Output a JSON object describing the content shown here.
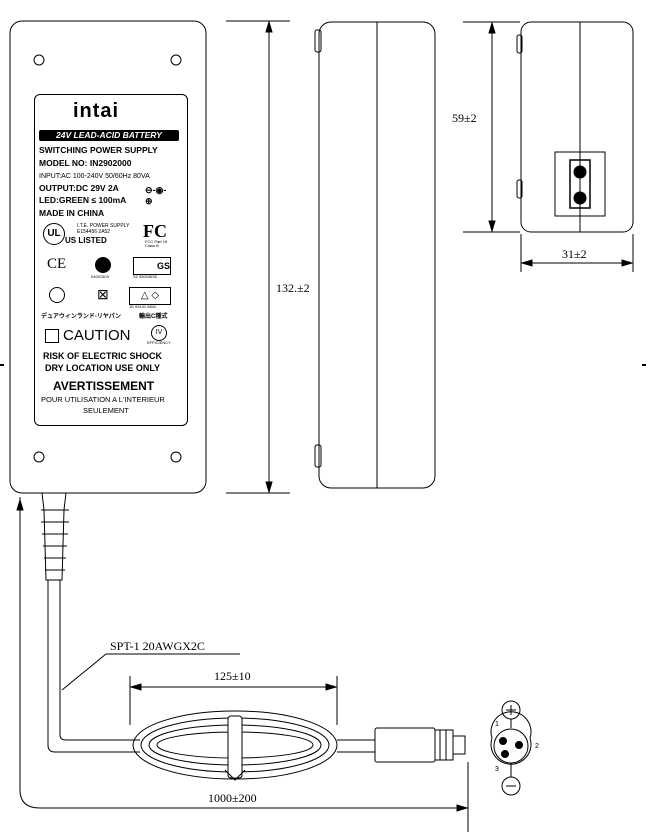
{
  "label": {
    "brand": "intai",
    "banner": "24V LEAD-ACID BATTERY",
    "product": "SWITCHING POWER SUPPLY",
    "model": "MODEL NO: IN2902000",
    "input": "INPUT:AC 100-240V 50/60Hz 80VA",
    "output": "OUTPUT:DC 29V 2A",
    "led": "LED:GREEN ≤ 100mA",
    "origin": "MADE IN CHINA",
    "ul_text": "I.T.E. POWER SUPPLY",
    "ul_sub": "E154456 2A52",
    "ul_listed": "US LISTED",
    "fcc_sub": "FCC Part 15 Class B",
    "ccc_code": "04001503",
    "gs_code": "S2 05003635",
    "ce": "CE",
    "jp_code": "JD 09141 5842",
    "jp_text": "デュアウィンランド-リヤパン",
    "cn_text": "輸出C種式",
    "caution": "CAUTION",
    "efficiency_mark": "IV",
    "efficiency_text": "EFFICIENCY",
    "warn1": "RISK OF ELECTRIC SHOCK",
    "warn2": "DRY LOCATION USE ONLY",
    "avert": "AVERTISSEMENT",
    "fr1": "POUR UTILISATION A L'INTERIEUR",
    "fr2": "SEULEMENT"
  },
  "dimensions": {
    "length": "132.±2",
    "height": "59±2",
    "width": "31±2",
    "loop": "125±10",
    "cable_length": "1000±200"
  },
  "cable_spec": "SPT-1 20AWGX2C",
  "pinout": {
    "positive": "+",
    "negative": "−",
    "pin1": "1",
    "pin2": "2",
    "pin3": "3"
  }
}
